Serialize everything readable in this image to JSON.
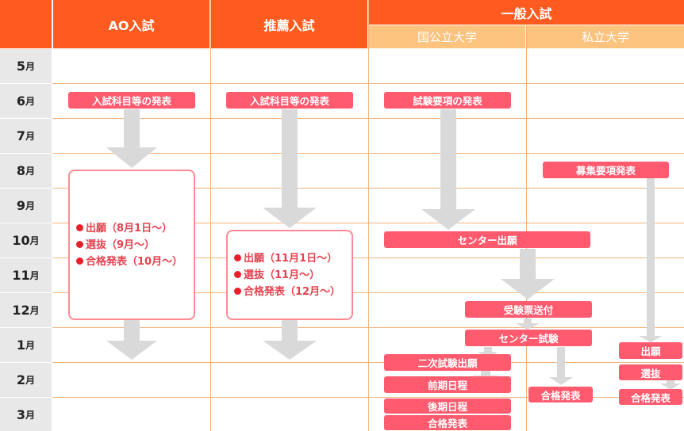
{
  "columns": {
    "ao": "AO入試",
    "suisen": "推薦入試",
    "ippan": "一般入試",
    "kokkouritsu": "国公立大学",
    "shiritsu": "私立大学"
  },
  "months": [
    {
      "num": "5",
      "unit": "月"
    },
    {
      "num": "6",
      "unit": "月"
    },
    {
      "num": "7",
      "unit": "月"
    },
    {
      "num": "8",
      "unit": "月"
    },
    {
      "num": "9",
      "unit": "月"
    },
    {
      "num": "10",
      "unit": "月"
    },
    {
      "num": "11",
      "unit": "月"
    },
    {
      "num": "12",
      "unit": "月"
    },
    {
      "num": "1",
      "unit": "月"
    },
    {
      "num": "2",
      "unit": "月"
    },
    {
      "num": "3",
      "unit": "月"
    }
  ],
  "ao": {
    "announce": "入試科目等の発表",
    "items": [
      "出願（8月1日〜）",
      "選抜（9月〜）",
      "合格発表（10月〜）"
    ]
  },
  "suisen": {
    "announce": "入試科目等の発表",
    "items": [
      "出願（11月1日〜）",
      "選抜（11月〜）",
      "合格発表（12月〜）"
    ]
  },
  "kokkouritsu": {
    "youkou": "試験要項の発表",
    "center_shutsugan": "センター出願",
    "juken_hyou": "受験票送付",
    "center_shiken": "センター試験",
    "niji_shutsugan": "二次試験出願",
    "zenki": "前期日程",
    "kouki": "後期日程",
    "goukaku": "合格発表",
    "center_goukaku": "合格発表"
  },
  "shiritsu": {
    "youkou": "募集要項発表",
    "shutsugan": "出願",
    "senbatsu": "選抜",
    "goukaku": "合格発表"
  },
  "colors": {
    "header": "#ff5a1f",
    "subheader": "#fcc37e",
    "pill": "#ff5a6e",
    "arrow": "#d9d9d9"
  }
}
